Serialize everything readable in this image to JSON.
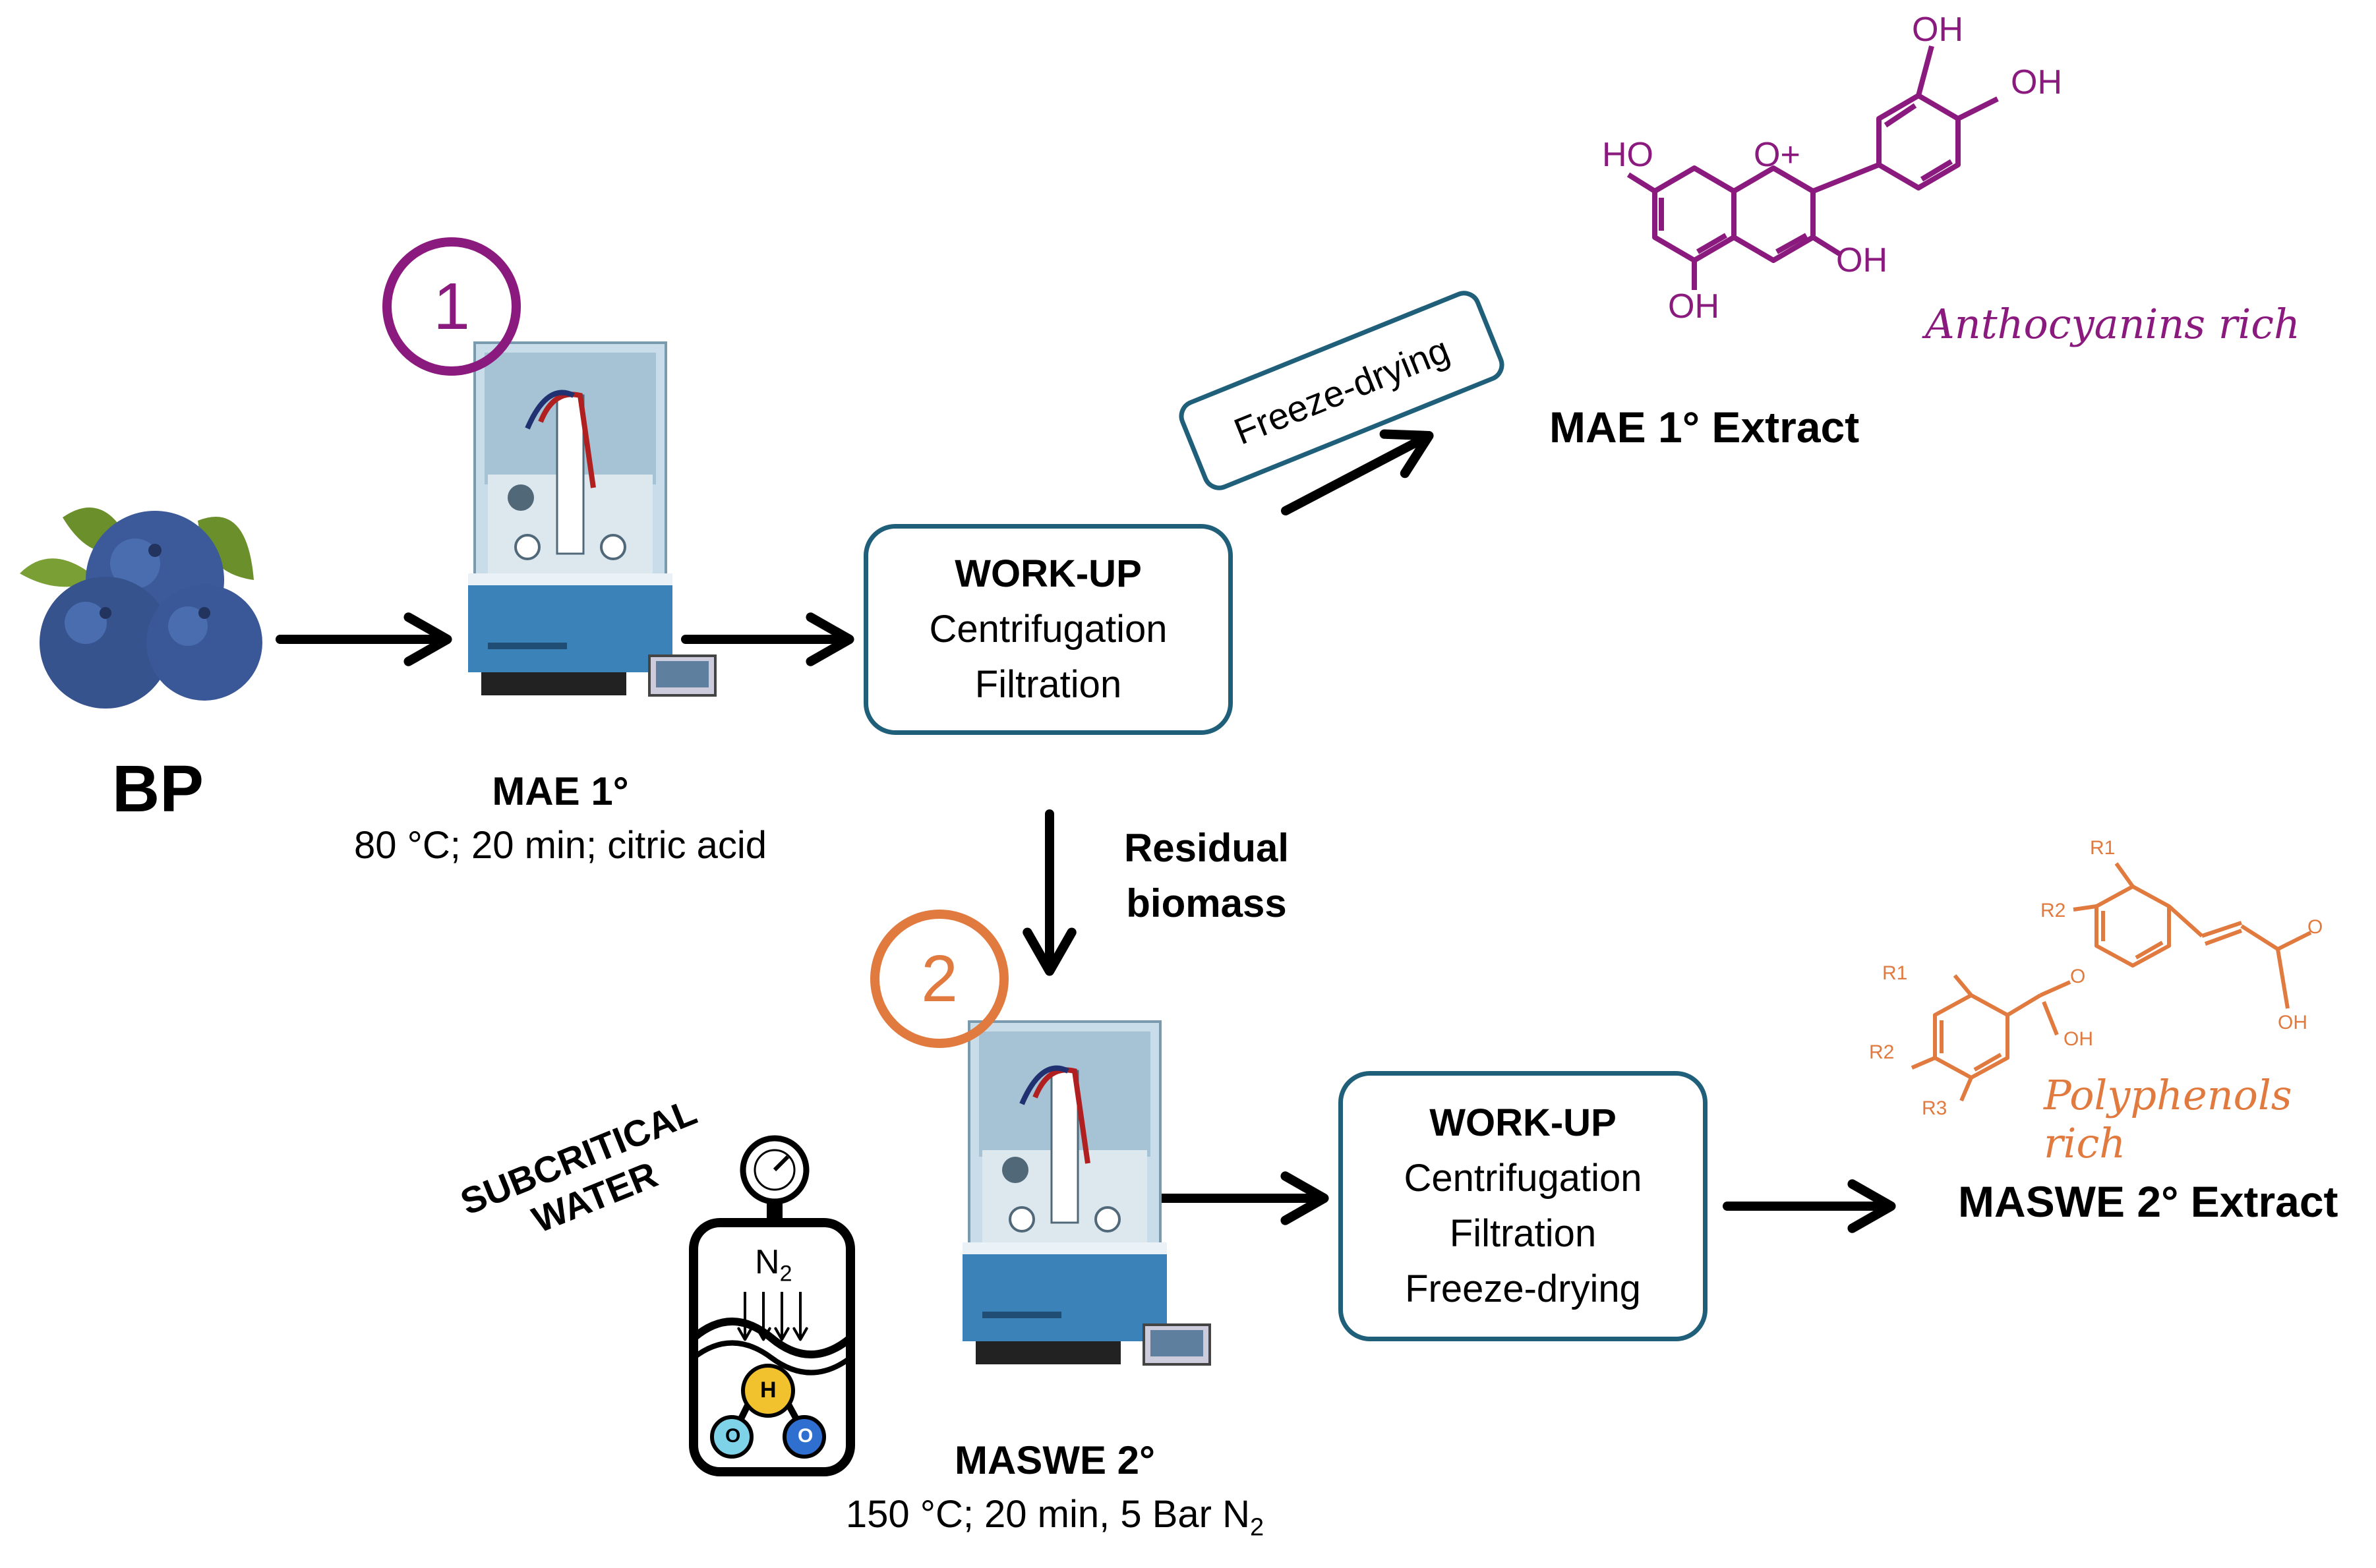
{
  "colors": {
    "teal": "#1f5f7a",
    "purple": "#8b1a7e",
    "orange": "#e07a3f",
    "device_blue": "#3b82b8"
  },
  "start": {
    "label": "BP"
  },
  "step1": {
    "number": "1",
    "title": "MAE 1°",
    "conditions": "80 °C; 20 min; citric acid"
  },
  "workup1": {
    "title": "WORK-UP",
    "lines": [
      "Centrifugation",
      "Filtration"
    ]
  },
  "freeze": {
    "label": "Freeze-drying"
  },
  "extract1": {
    "label": "MAE 1° Extract",
    "annotation": "Anthocyanins rich",
    "atoms": {
      "oh_top": "OH",
      "oh_right": "OH",
      "ho_left": "HO",
      "oxonium": "O+",
      "oh_ring": "OH",
      "oh_bottom": "OH"
    }
  },
  "residual": {
    "line1": "Residual",
    "line2": "biomass"
  },
  "step2": {
    "number": "2",
    "title": "MASWE 2°",
    "conditions_prefix": "150 °C; 20 min, 5 Bar N",
    "conditions_sub": "2"
  },
  "subcritical": {
    "line1": "SUBCRITICAL",
    "line2": "WATER",
    "gas": "N",
    "gas_sub": "2",
    "atom_h": "H",
    "atom_o1": "O",
    "atom_o2": "O"
  },
  "workup2": {
    "title": "WORK-UP",
    "lines": [
      "Centrifugation",
      "Filtration",
      "Freeze-drying"
    ]
  },
  "extract2": {
    "label": "MASWE 2° Extract",
    "annotation": "Polyphenols rich",
    "atoms": {
      "r1a": "R1",
      "r2a": "R2",
      "r3a": "R3",
      "oh_a": "OH",
      "o_a": "O",
      "r1b": "R1",
      "r2b": "R2",
      "oh_b": "OH",
      "o_b": "O"
    }
  }
}
